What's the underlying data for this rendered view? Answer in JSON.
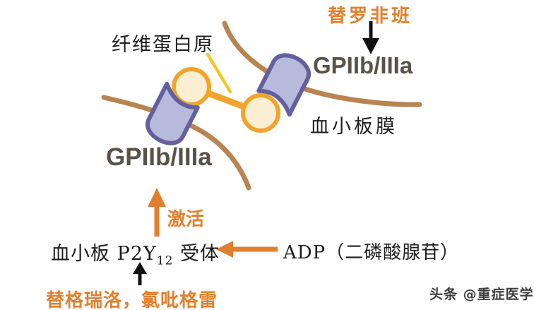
{
  "diagram": {
    "labels": {
      "fibrinogen": "纤维蛋白原",
      "tirofiban": "替罗非班",
      "gpiib_right": "GPIIb/IIIa",
      "platelet_membrane": "血小板膜",
      "gpiib_left": "GPIIb/IIIa",
      "activate": "激活",
      "p2y12_prefix": "血小板 P2Y",
      "p2y12_sub": "12",
      "p2y12_suffix": " 受体",
      "adp": "ADP（二磷酸腺苷）",
      "drugs": "替格瑞洛，氯吡格雷"
    },
    "watermark": "头条 @重症医学",
    "colors": {
      "accent_orange": "#e0802f",
      "membrane_brown": "#b98450",
      "receptor_fill": "#b7badb",
      "receptor_stroke": "#645f9d",
      "fibrinogen_ball_fill": "#fbeed2",
      "fibrinogen_ball_stroke": "#f0a42c",
      "pointer_yellow": "#f5c527",
      "gpiib_text_gray": "#5a5148",
      "arrow_black": "#111111"
    }
  }
}
